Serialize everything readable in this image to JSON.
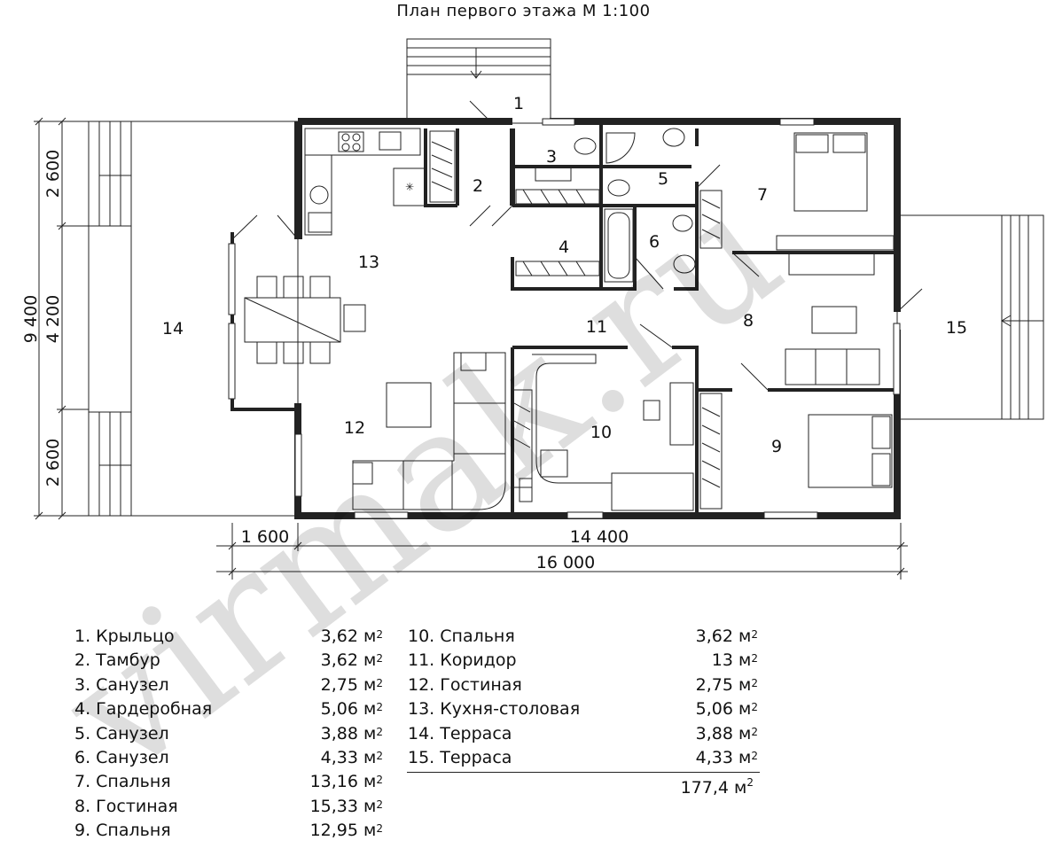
{
  "title": "План первого этажа М 1:100",
  "room_numbers": [
    "1",
    "2",
    "3",
    "4",
    "5",
    "6",
    "7",
    "8",
    "9",
    "10",
    "11",
    "12",
    "13",
    "14",
    "15"
  ],
  "dimensions": {
    "left_total": "9 400",
    "left_top": "2 600",
    "left_mid": "4 200",
    "left_bottom": "2 600",
    "bottom_left": "1 600",
    "bottom_right": "14 400",
    "bottom_total": "16 000"
  },
  "unit": "м",
  "unit_power": "2",
  "rooms_left": [
    {
      "label": "1. Крыльцо",
      "area": "3,62"
    },
    {
      "label": "2. Тамбур",
      "area": "3,62"
    },
    {
      "label": "3. Санузел",
      "area": "2,75"
    },
    {
      "label": "4. Гардеробная",
      "area": "5,06"
    },
    {
      "label": "5. Санузел",
      "area": "3,88"
    },
    {
      "label": "6. Санузел",
      "area": "4,33"
    },
    {
      "label": "7. Спальня",
      "area": "13,16"
    },
    {
      "label": "8. Гостиная",
      "area": "15,33"
    },
    {
      "label": "9. Спальня",
      "area": "12,95"
    }
  ],
  "rooms_right": [
    {
      "label": "10. Спальня",
      "area": "3,62"
    },
    {
      "label": "11. Коридор",
      "area": "13"
    },
    {
      "label": "12. Гостиная",
      "area": "2,75"
    },
    {
      "label": "13. Кухня-столовая",
      "area": "5,06"
    },
    {
      "label": "14. Терраса",
      "area": "3,88"
    },
    {
      "label": "15. Терраса",
      "area": "4,33"
    }
  ],
  "total_area": "177,4",
  "watermark": "virmak.ru"
}
